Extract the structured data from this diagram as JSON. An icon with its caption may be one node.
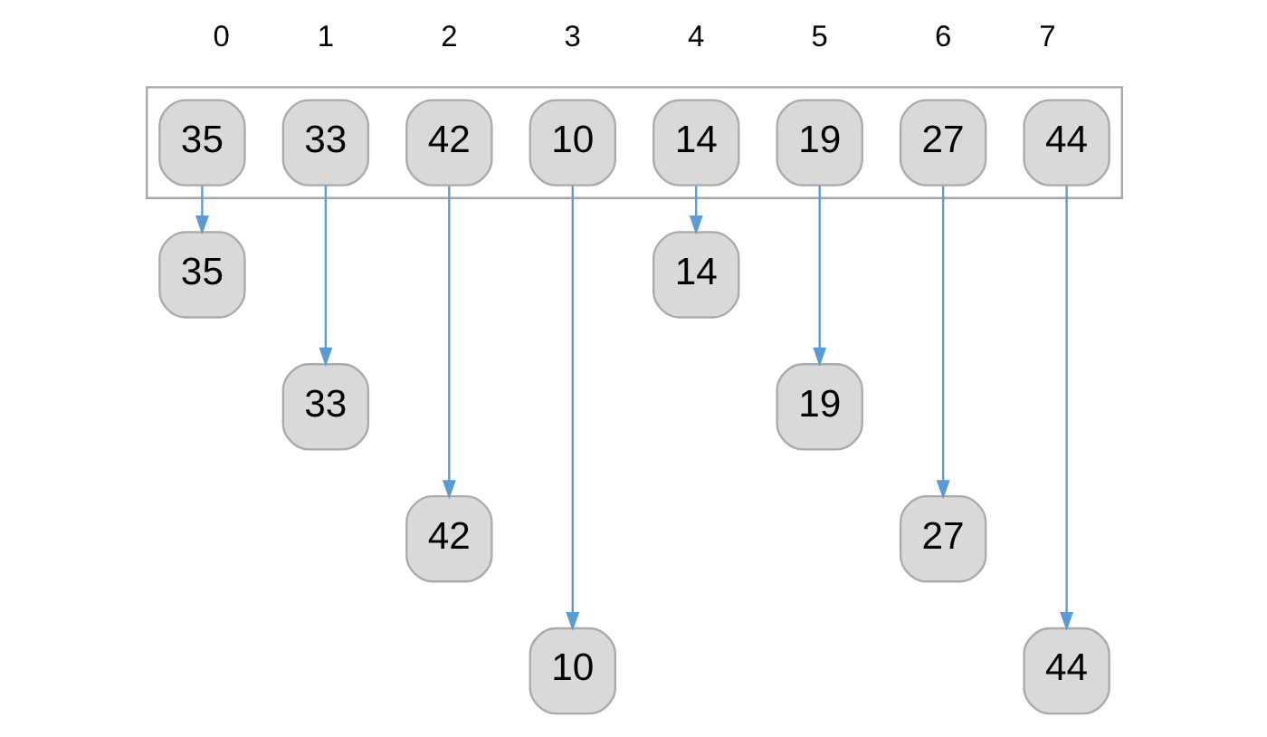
{
  "diagram": {
    "nodes": [
      {
        "text": [],
        "shape": "box"
      },
      {
        "text": [
          "35"
        ],
        "in": 0
      },
      {
        "text": [
          "33"
        ],
        "in": 0
      },
      {
        "text": [
          "42"
        ],
        "in": 0
      },
      {
        "text": [
          "10"
        ],
        "in": 0
      },
      {
        "text": [
          "14"
        ],
        "in": 0
      },
      {
        "text": [
          "19"
        ],
        "in": 0
      },
      {
        "text": [
          "27"
        ],
        "in": 0
      },
      {
        "text": [
          "44"
        ],
        "in": 0
      },
      {
        "text": [
          "35"
        ]
      },
      {
        "text": [
          "33"
        ]
      },
      {
        "text": [
          "42"
        ]
      },
      {
        "text": [
          "10"
        ]
      },
      {
        "text": [
          "14"
        ]
      },
      {
        "text": [
          "19"
        ]
      },
      {
        "text": [
          "27"
        ]
      },
      {
        "text": [
          "44"
        ]
      }
    ],
    "edges": [
      {
        "from": 1,
        "to": 9,
        "arrow": "to"
      },
      {
        "from": 2,
        "to": 10,
        "arrow": "to"
      },
      {
        "from": 3,
        "to": 11,
        "arrow": "to"
      },
      {
        "from": 4,
        "to": 12,
        "arrow": "to"
      },
      {
        "from": 5,
        "to": 13,
        "arrow": "to"
      },
      {
        "from": 6,
        "to": 14,
        "arrow": "to"
      },
      {
        "from": 7,
        "to": 15,
        "arrow": "to"
      },
      {
        "from": 8,
        "to": 16,
        "arrow": "to"
      }
    ],
    "labels": [
      "0",
      "1",
      "2",
      "3",
      "4",
      "5",
      "6",
      "7"
    ]
  }
}
